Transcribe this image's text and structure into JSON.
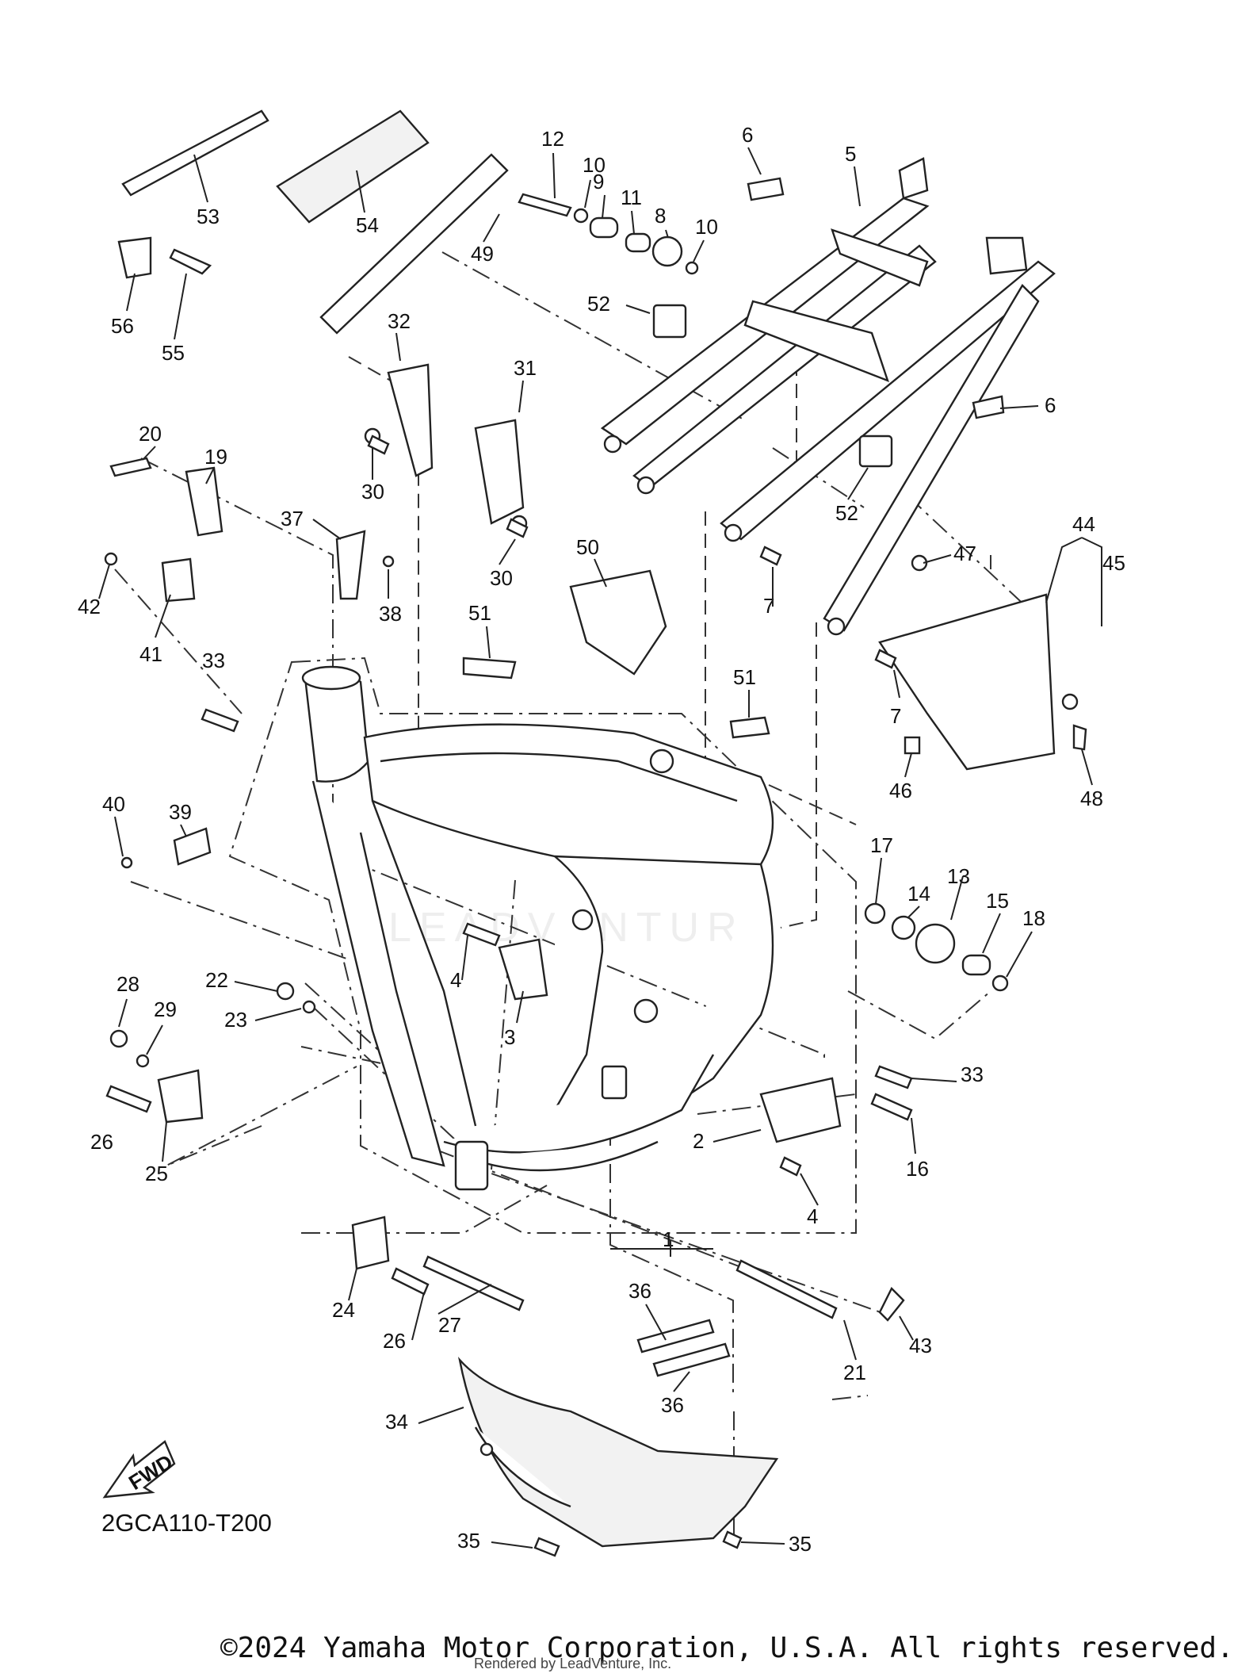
{
  "diagram": {
    "code": "2GCA110-T200",
    "fwd_label": "FWD",
    "watermark": "LEADVENTURE",
    "copyright": "©2024 Yamaha Motor Corporation, U.S.A. All rights reserved.",
    "rendered_by": "Rendered by LeadVenture, Inc.",
    "callouts": [
      "1",
      "2",
      "3",
      "4",
      "4",
      "5",
      "6",
      "6",
      "7",
      "7",
      "8",
      "9",
      "10",
      "10",
      "11",
      "12",
      "13",
      "14",
      "15",
      "16",
      "17",
      "18",
      "19",
      "20",
      "21",
      "22",
      "23",
      "24",
      "25",
      "26",
      "26",
      "27",
      "28",
      "29",
      "30",
      "30",
      "31",
      "32",
      "33",
      "33",
      "34",
      "35",
      "35",
      "36",
      "36",
      "37",
      "38",
      "39",
      "40",
      "41",
      "42",
      "43",
      "44",
      "45",
      "46",
      "47",
      "48",
      "49",
      "50",
      "51",
      "51",
      "52",
      "52",
      "53",
      "54",
      "55",
      "56"
    ]
  }
}
